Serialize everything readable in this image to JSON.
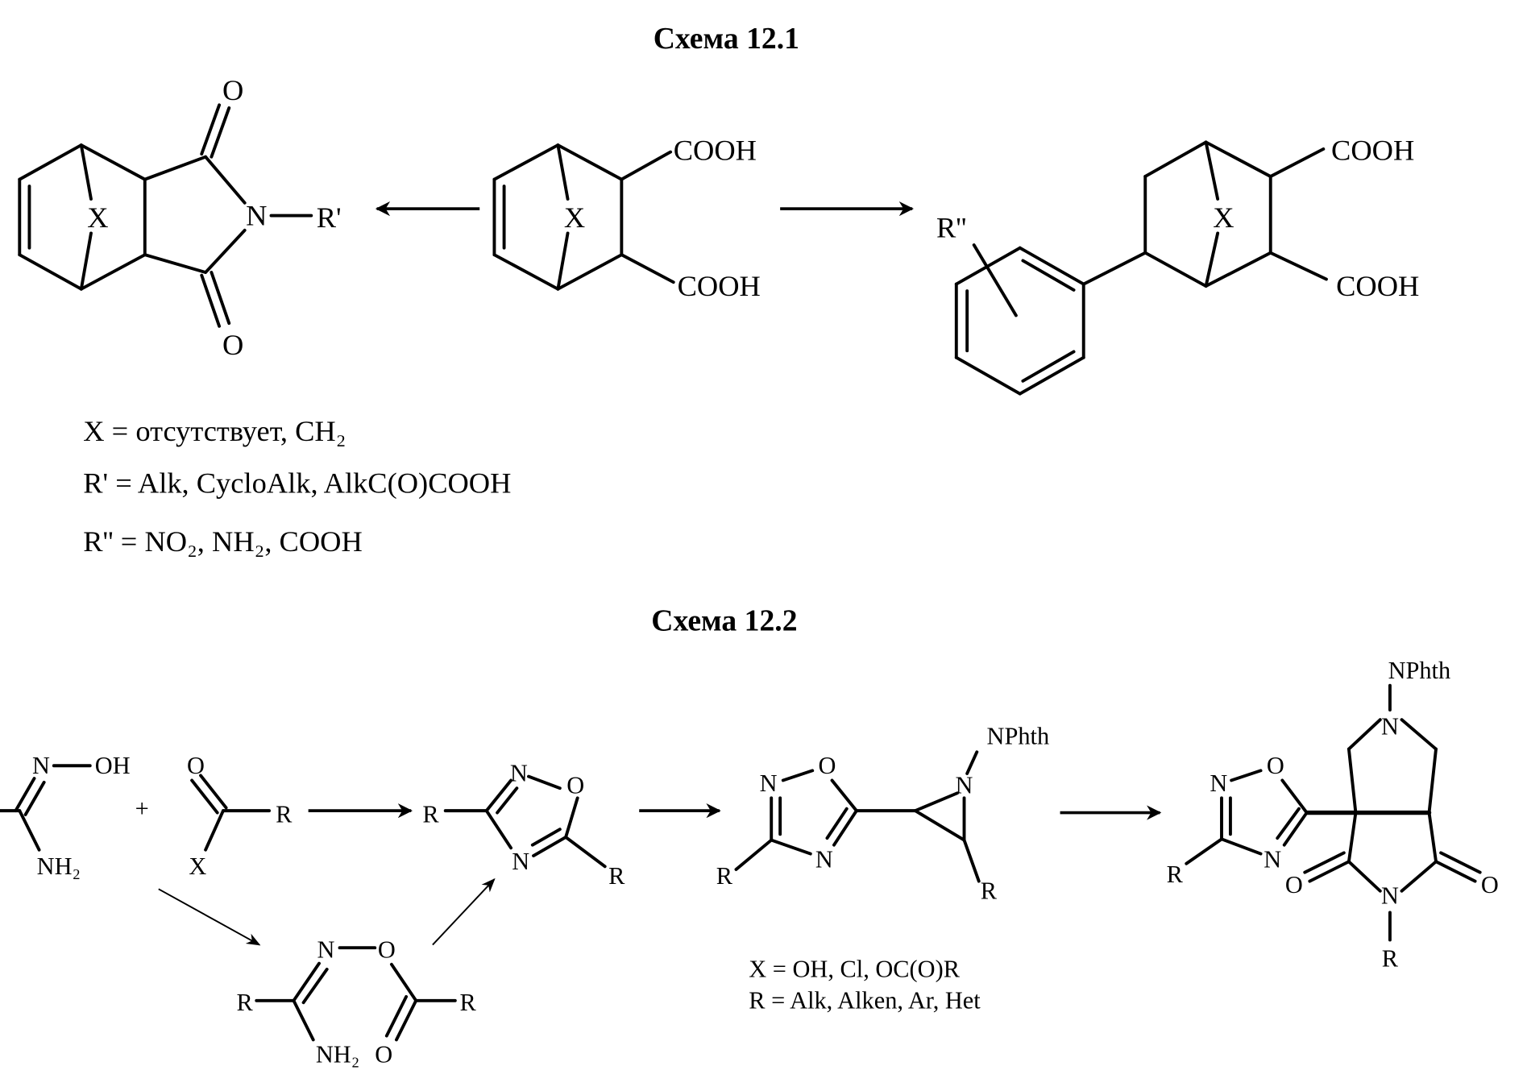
{
  "scheme1": {
    "title": "Схема 12.1",
    "imide_labels": [
      "X",
      "O",
      "O",
      "N",
      "R'"
    ],
    "acid_labels": [
      "X",
      "COOH",
      "COOH"
    ],
    "aryl_acid_labels": [
      "R''",
      "X",
      "COOH",
      "COOH"
    ],
    "legend": [
      "X = отсутствует, CH₂",
      "R' = Alk, CycloAlk, AlkC(O)COOH",
      "R'' = NO₂, NH₂, COOH"
    ]
  },
  "scheme2": {
    "title": "Схема 12.2",
    "amidoxime_labels": [
      "N",
      "OH",
      "NH₂"
    ],
    "plus": "+",
    "acyl_labels": [
      "O",
      "R",
      "X"
    ],
    "oxadiazole_labels": [
      "R",
      "N",
      "O",
      "N",
      "R"
    ],
    "intermediate_labels": [
      "N",
      "O",
      "R",
      "R",
      "NH₂",
      "O"
    ],
    "aziridine_labels": [
      "N",
      "O",
      "N",
      "R",
      "N",
      "NPhth",
      "R"
    ],
    "product_labels": [
      "N",
      "O",
      "N",
      "R",
      "NPhth",
      "N",
      "O",
      "O",
      "N",
      "R"
    ],
    "legend": [
      "X = OH, Cl, OC(O)R",
      "R = Alk, Alken, Ar, Het"
    ]
  },
  "colors": {
    "ink": "#000000",
    "background": "#ffffff"
  }
}
